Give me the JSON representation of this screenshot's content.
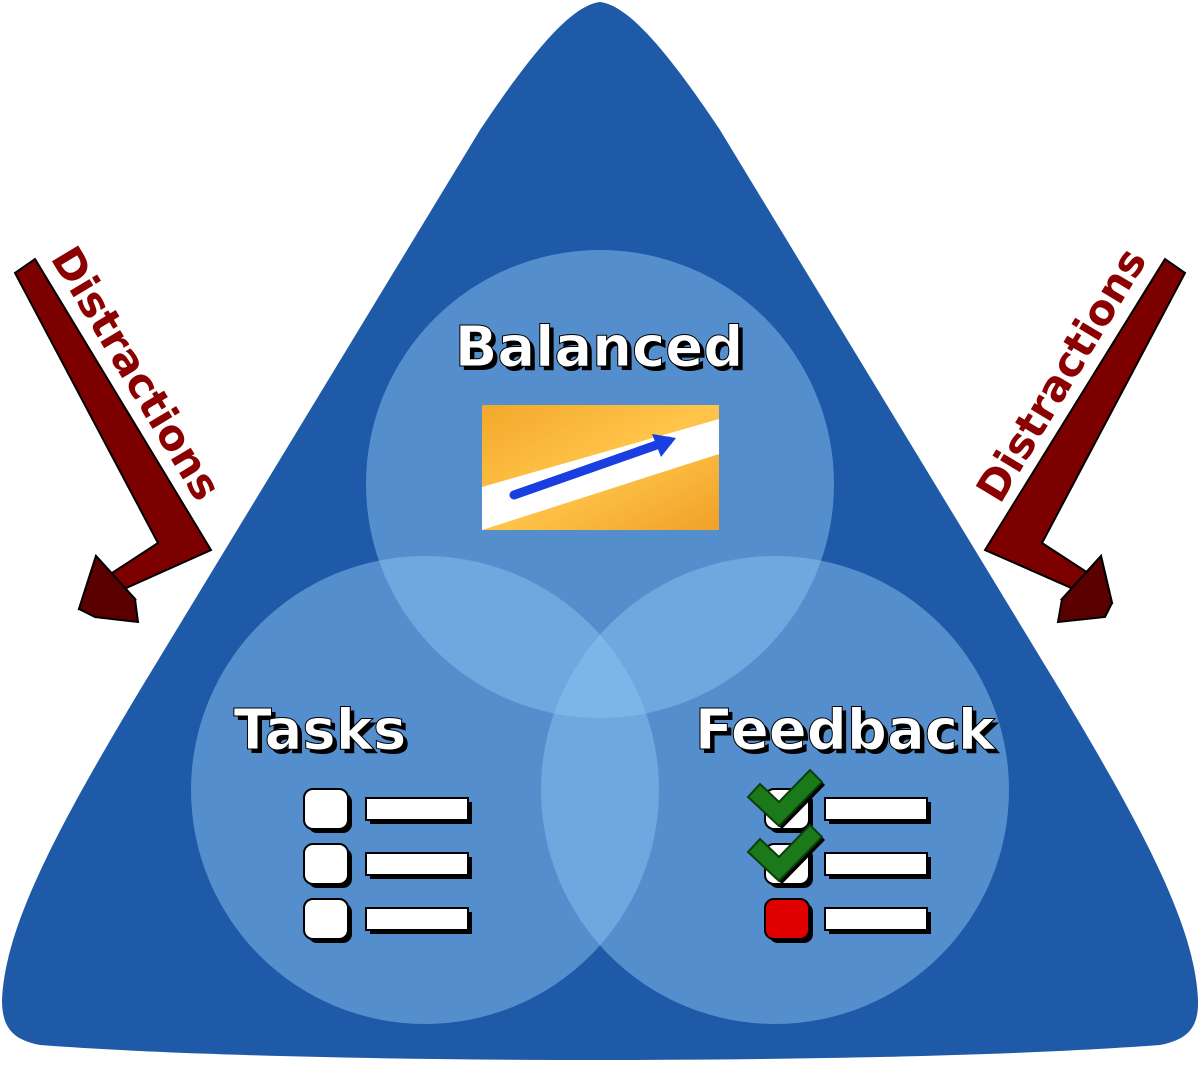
{
  "diagram": {
    "circles": {
      "top": {
        "label": "Balanced"
      },
      "left": {
        "label": "Tasks"
      },
      "right": {
        "label": "Feedback"
      }
    },
    "distractions": {
      "left_label": "Distractions",
      "right_label": "Distractions"
    },
    "feedback_items": [
      {
        "status": "checked"
      },
      {
        "status": "checked"
      },
      {
        "status": "flagged"
      }
    ],
    "colors": {
      "triangle": "#1f5aa8",
      "circle_fill": "#8ac2f2",
      "arrow": "#7d0000",
      "check": "#1a7a1a",
      "flag": "#e00000",
      "balanced_panel": "#f0a830",
      "trend_arrow": "#1a3fe0"
    }
  }
}
